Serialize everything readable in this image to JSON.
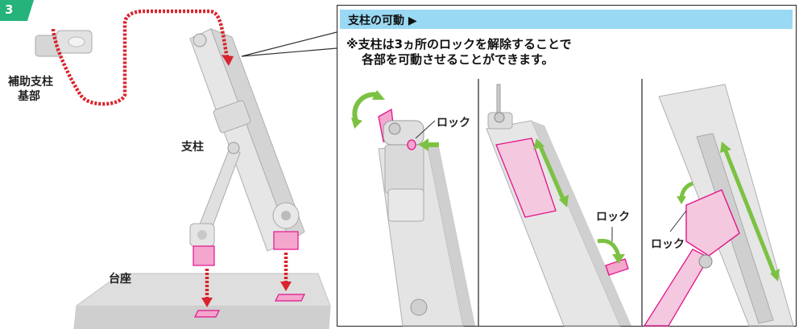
{
  "step": {
    "number": "3"
  },
  "labels": {
    "hojo": [
      "補助支柱",
      "基部"
    ],
    "shichu": "支柱",
    "daiza": "台座"
  },
  "panel": {
    "title": "支柱の可動 ▶",
    "note_line1": "※支柱は3ヵ所のロックを解除することで",
    "note_line2": "各部を可動させることができます。",
    "lock_label": "ロック"
  },
  "colors": {
    "accent_green": "#25b37b",
    "header_blue": "#9ad9f3",
    "part_magenta": "#e2148b",
    "guide_red": "#d9232d",
    "arrow_green": "#7cc242"
  }
}
